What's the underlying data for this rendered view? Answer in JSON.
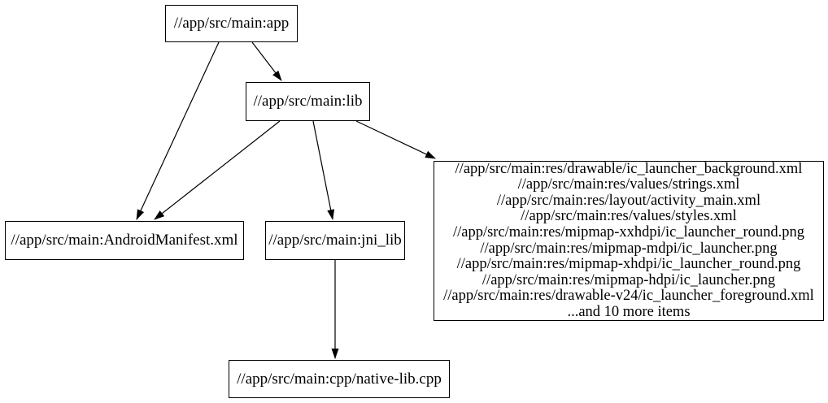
{
  "nodes": {
    "app": {
      "label": "//app/src/main:app"
    },
    "lib": {
      "label": "//app/src/main:lib"
    },
    "manifest": {
      "label": "//app/src/main:AndroidManifest.xml"
    },
    "jni_lib": {
      "label": "//app/src/main:jni_lib"
    },
    "native_lib": {
      "label": "//app/src/main:cpp/native-lib.cpp"
    },
    "resources": {
      "lines": [
        "//app/src/main:res/drawable/ic_launcher_background.xml",
        "//app/src/main:res/values/strings.xml",
        "//app/src/main:res/layout/activity_main.xml",
        "//app/src/main:res/values/styles.xml",
        "//app/src/main:res/mipmap-xxhdpi/ic_launcher_round.png",
        "//app/src/main:res/mipmap-mdpi/ic_launcher.png",
        "//app/src/main:res/mipmap-xhdpi/ic_launcher_round.png",
        "//app/src/main:res/mipmap-hdpi/ic_launcher.png",
        "//app/src/main:res/drawable-v24/ic_launcher_foreground.xml",
        "...and 10 more items"
      ]
    }
  },
  "edges": [
    {
      "from": "app",
      "to": "lib"
    },
    {
      "from": "app",
      "to": "manifest"
    },
    {
      "from": "lib",
      "to": "manifest"
    },
    {
      "from": "lib",
      "to": "jni_lib"
    },
    {
      "from": "lib",
      "to": "resources"
    },
    {
      "from": "jni_lib",
      "to": "native_lib"
    }
  ],
  "colors": {
    "background": "#ffffff",
    "node_border": "#000000",
    "edge": "#000000",
    "text": "#000000"
  }
}
